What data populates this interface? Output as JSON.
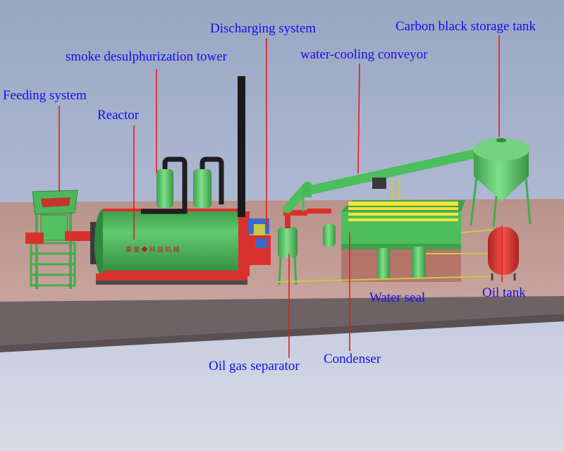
{
  "labels": {
    "feeding_system": "Feeding system",
    "reactor": "Reactor",
    "smoke_tower": "smoke desulphurization  tower",
    "discharging_system": "Discharging system",
    "water_cooling_conveyor": "water-cooling conveyor",
    "carbon_black_tank": "Carbon black storage tank",
    "water_seal": "Water seal",
    "oil_tank": "Oil tank",
    "oil_gas_separator": "Oil gas separator",
    "condenser": "Condenser"
  },
  "colors": {
    "label_text": "#1010ee",
    "leader_line": "#e11d1d",
    "equipment_green": "#4cbe5c",
    "reactor_red": "#d8312b",
    "pipe_dark": "#1e1e1e",
    "platform_top": "#c39a95",
    "platform_front": "#6e6265"
  }
}
